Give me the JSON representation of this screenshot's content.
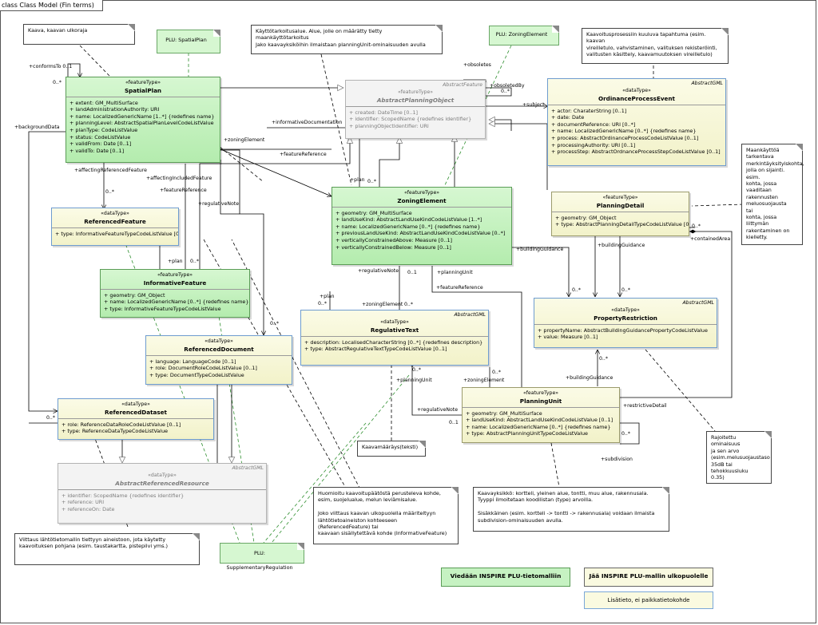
{
  "frame": {
    "title": "class Class Model (Fin terms)"
  },
  "colors": {
    "feature_type": "#c6f2c2",
    "data_type": "#f5f5d3",
    "abstract": "#f3f3f3",
    "outside_border": "#6e9ccf"
  },
  "classes": {
    "spatialplan": {
      "stereotype": "«featureType»",
      "name": "SpatialPlan",
      "parent": "",
      "attrs": [
        "extent: GM_MultiSurface",
        "landAdministrationAuthority: URI",
        "name: LocalizedGenericName [1..*] {redefines name}",
        "planningLevel: AbstractSpatialPlanLevelCodeListValue",
        "planType: CodeListValue",
        "status: CodeListValue",
        "validFrom: Date [0..1]",
        "validTo: Date [0..1]"
      ]
    },
    "abstractplanningobject": {
      "stereotype": "«featureType»",
      "name": "AbstractPlanningObject",
      "parent": "AbstractFeature",
      "attrs": [
        "created: DateTime [0..1]",
        "identifier: ScopedName {redefines identifier}",
        "planningObjectIdentifier: URI"
      ]
    },
    "ordinanceprocessevent": {
      "stereotype": "«dataType»",
      "name": "OrdinanceProcessEvent",
      "parent": "AbstractGML",
      "attrs": [
        "actor: CharaterString [0..1]",
        "date: Date",
        "documentReference: URI [0..*]",
        "name: LocalizedGenericName [0..*] {redefines name}",
        "process: AbstractOrdinanceProcessCodeListValue [0..1]",
        "processingAuthority: URI [0..1]",
        "processStep: AbstractOrdnanceProcessStepCodeListValue [0..1]"
      ]
    },
    "referencedfeature": {
      "stereotype": "«dataType»",
      "name": "ReferencedFeature",
      "parent": "",
      "attrs": [
        "type: InformativeFeatureTypeCodeListValue [0..1]"
      ]
    },
    "zoningelement": {
      "stereotype": "«featureType»",
      "name": "ZoningElement",
      "parent": "",
      "attrs": [
        "geometry: GM_MultiSurface",
        "landUseKind: AbstractLandUseKindCodeListValue [1..*]",
        "name: LocalizedGenericName [0..*] {redefines name}",
        "previousLandUseKind: AbstractLandUseKindCodeListValue [0..*]",
        "verticallyConstrainedAbove: Measure [0..1]",
        "verticallyConstrainedBelow: Measure [0..1]"
      ]
    },
    "planningdetail": {
      "stereotype": "«featureType»",
      "name": "PlanningDetail",
      "parent": "",
      "attrs": [
        "geometry: GM_Object",
        "type: AbstractPlanningDetailTypeCodeListValue [0..1]"
      ]
    },
    "informativefeature": {
      "stereotype": "«featureType»",
      "name": "InformativeFeature",
      "parent": "",
      "attrs": [
        "geometry: GM_Object",
        "name: LocalizedGenericName [0..*] {redefines name}",
        "type: InformativeFeatureTypeCodeListValue"
      ]
    },
    "propertyrestriction": {
      "stereotype": "«dataType»",
      "name": "PropertyRestriction",
      "parent": "AbstractGML",
      "attrs": [
        "propertyName: AbstractBuildingGuidancePropertyCodeListValue",
        "value: Measure [0..1]"
      ]
    },
    "regulativetext": {
      "stereotype": "«dataType»",
      "name": "RegulativeText",
      "parent": "AbstractGML",
      "attrs": [
        "description: LocalisedCharacterString [0..*] {redefines description}",
        "type: AbstractRegulativeTextTypeCodeListValue [0..1]"
      ]
    },
    "referenceddocument": {
      "stereotype": "«dataType»",
      "name": "ReferencedDocument",
      "parent": "",
      "attrs": [
        "language: LanguageCode [0..1]",
        "role: DocumentRoleCodeListValue [0..1]",
        "type: DocumentTypeCodeListValue"
      ]
    },
    "referenceddataset": {
      "stereotype": "«dataType»",
      "name": "ReferencedDataset",
      "parent": "",
      "attrs": [
        "role: ReferenceDataRoleCodeListValue [0..1]",
        "type: ReferenceDataTypeCodeListValue"
      ]
    },
    "planningunit": {
      "stereotype": "«featureType»",
      "name": "PlanningUnit",
      "parent": "",
      "attrs": [
        "geometry: GM_MultiSurface",
        "landUseKind: AbstractLandUseKindCodeListValue [0..1]",
        "name: LocalizedGenericName [0..*] {redefines name}",
        "type: AbstractPlanningUnitTypeCodeListValue"
      ]
    },
    "abstractreferencedresource": {
      "stereotype": "«dataType»",
      "name": "AbstractReferencedResource",
      "parent": "AbstractGML",
      "attrs": [
        "identifier: ScopedName {redefines identifier}",
        "reference: URI",
        "referenceOn: Date"
      ]
    }
  },
  "notes": {
    "kaava": "Kaava, kaavan ulkoraja",
    "plu_spatialplan": "PLU: SpatialPlan",
    "kayttotarkoitus": "Käyttötarkoitusalue. Alue, jolle on määrätty tietty maankäyttötarkoitus\nJako kaavayksiköihin ilmaistaan planningUnit-ominaisuuden avulla",
    "plu_zoning": "PLU: ZoningElement",
    "kaavoitusprosessi": "Kaavoitusprosessiin kuuluva tapahtuma (esim. kaavan\nvireilletulo, vahvistaminen, valituksen rekisteröinti,\nvalitusten käsittely, kaavamuutoksen vireilletulo)",
    "maankaytto": "Maankäyttöä\ntarkentava\nmerkintäyksityiskohta,\njolla on sijainti. esim.\nkohta, jossa vaaditaan\nrakennusten\nmeluosuojausta tai\nkohta, jossa liittymän\nrakentaminen on\nkielletty.",
    "rajoitettu": "Rajoitettu ominaisuus\nja sen arvo\n(esim.melusuojaustaso\n35dB tai\ntehokkuusluku 0.35)",
    "kaavamaarays": "Kaavamääräys(teksti)",
    "huomioitu": "Huomioitu kaavoitupäätöstä perusteleva kohde,\nesim, suojelualue, melun leviämisalue.\n\nJoko viittaus kaavan ulkopuolella määriteltyyn\nlähtötietoaineiston kohteeseen (ReferencedFeature) tai\nkaavaan sisällytettävä kohde (InformativeFeature)",
    "kaavayksikko": "Kaavayksikkö: kortteli, yleinen alue, tontti, muu alue, rakennusala.\nTyyppi ilmoitetaan koodilistan (type) arvoilla.\n\nSisäkkäinen (esim. kortteli -> tontti -> rakennusala) voidaan ilmaista\nsubdivision-ominaisuuden avulla.",
    "viittaus": "Viittaus lähtötietomallin tiettyyn aineistoon, jota käytetty\nkaavoituksen pohjana (esim. taustakartta, pistepilvi yms.)",
    "plu_supplementary": "PLU: SupplementaryRegulation"
  },
  "association_labels": [
    "+conformsTo 0..1",
    "0..*",
    "+backgroundData",
    "+affectingReferencedFeature",
    "0..*",
    "+affectingIncludedFeature",
    "+featureReference",
    "+regulativeNote",
    "+zoningElement",
    "+informativeDocumentation",
    "+featureReference",
    "+plan",
    "0..*",
    "+obsoletes",
    "+obsoletedBy",
    "+subject",
    "0..*",
    "+plan",
    "0..*",
    "+regulativeNote",
    "0..1",
    "+planningUnit",
    "+featureReference",
    "+zoningElement",
    "0..*",
    "+plan",
    "0..*",
    "0..*",
    "+buildingGuidance",
    "+buildingGuidance",
    "0..*",
    "0..*",
    "+containedArea",
    "0..*",
    "+buildingGuidance",
    "+restrictiveDetail",
    "0..*",
    "+planningUnit",
    "+zoningElement",
    "0..*",
    "+regulativeNote",
    "0..1",
    "+subdivision",
    "0..*",
    "0..*",
    "0..*"
  ],
  "legend": {
    "inspire": "Viedään INSPIRE PLU-tietomalliin",
    "outside": "Jää INSPIRE PLU-mallin ulkopuolelle",
    "extra": "Lisätieto, ei paikkatietokohde"
  }
}
